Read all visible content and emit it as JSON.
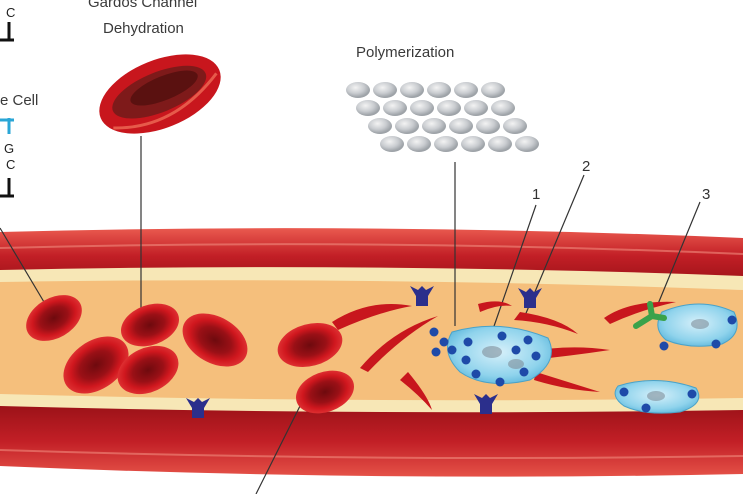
{
  "labels": {
    "gardos_line1": "Gardos Channel",
    "gardos_line2": "Dehydration",
    "polymerization": "Polymerization",
    "cell_fragment": "e Cell",
    "num1": "1",
    "num2": "2",
    "num3": "3",
    "frag_c_top": "C",
    "frag_g": "G",
    "frag_c_bottom": "C"
  },
  "colors": {
    "rbc": "#c8161d",
    "rbc_dark": "#7a0c10",
    "vessel": "#b81e24",
    "plasma": "#f3d69a",
    "lumen": "#f9c07a",
    "receptor": "#2b2f8c",
    "leukocyte": "#8fd3ec",
    "adhesion": "#3aa24a"
  }
}
